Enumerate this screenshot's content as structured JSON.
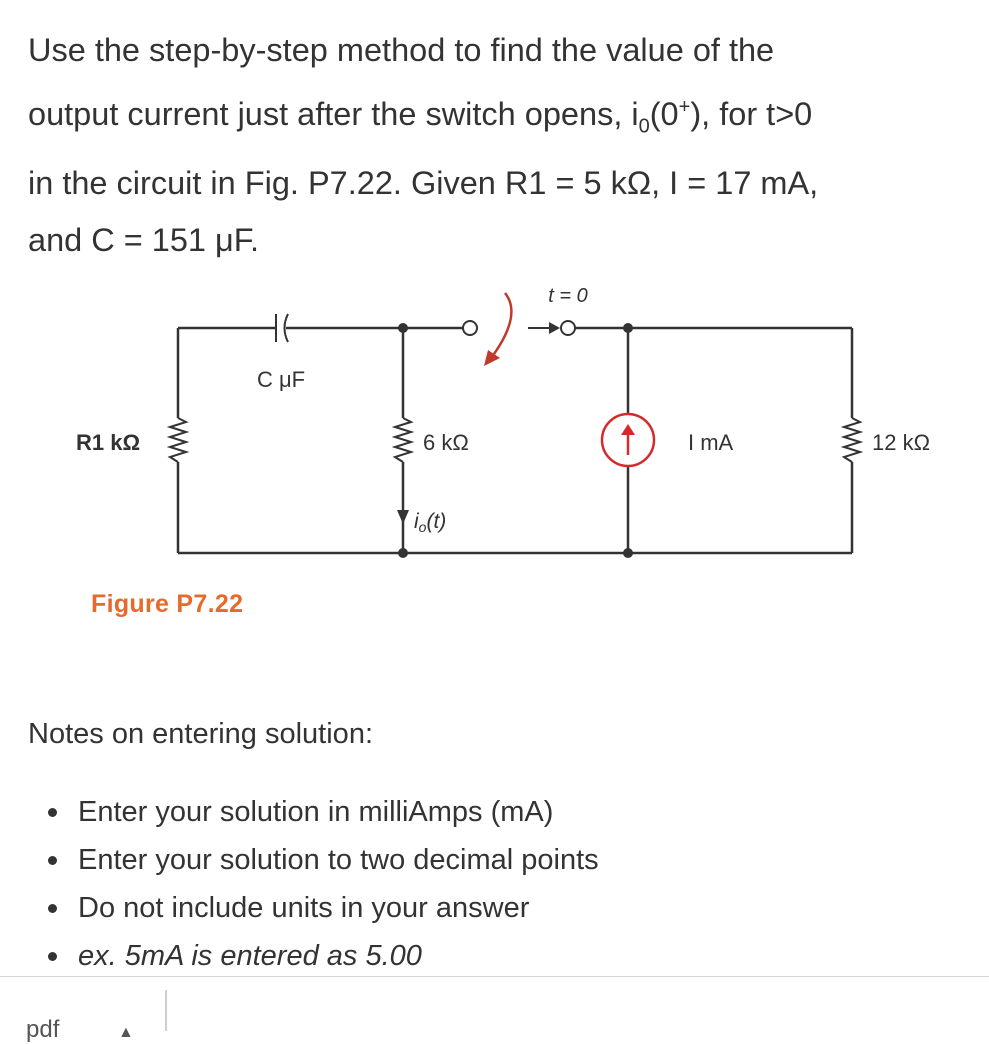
{
  "question": {
    "line1": "Use the step-by-step method to find the value of the",
    "line2_pre": "output current just after the switch opens, i",
    "line2_sub": "0",
    "line2_mid": "(0",
    "line2_sup": "+",
    "line2_post": "), for t>0",
    "line3": "in the circuit in Fig. P7.22. Given R1 = 5 kΩ, I = 17 mA,",
    "line4": "and C = 151 μF."
  },
  "figure": {
    "switch_label": "t = 0",
    "cap_label": "C μF",
    "r1_label": "R1 kΩ",
    "r_mid_label": "6 kΩ",
    "current_source_label": "I mA",
    "r_right_label": "12 kΩ",
    "io_label": "i",
    "io_sub": "o",
    "io_arg": "(t)",
    "caption": "Figure P7.22",
    "caption_color": "#e66a2c",
    "source_color": "#d42a2a",
    "wire_color": "#333333"
  },
  "notes": {
    "title": "Notes on entering solution:",
    "items": [
      "Enter your solution in milliAmps (mA)",
      "Enter your solution to two decimal points",
      "Do not include units in your answer",
      "ex. 5mA is entered as 5.00"
    ]
  },
  "bottom": {
    "left_text": "pdf"
  }
}
